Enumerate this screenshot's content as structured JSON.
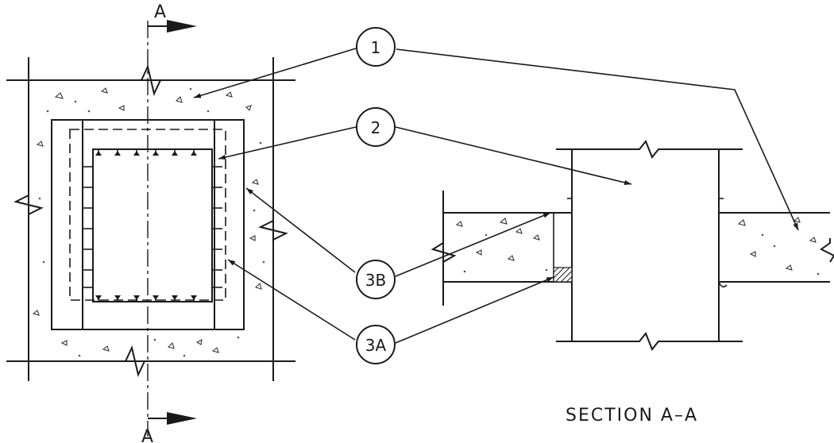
{
  "section_marker": {
    "letter_top": "A",
    "letter_bottom": "A"
  },
  "callouts": [
    {
      "id": "1",
      "label": "1"
    },
    {
      "id": "2",
      "label": "2"
    },
    {
      "id": "3B",
      "label": "3B"
    },
    {
      "id": "3A",
      "label": "3A"
    }
  ],
  "section_title": "SECTION A–A",
  "colors": {
    "line": "#1a1a1a",
    "background": "#ffffff"
  }
}
